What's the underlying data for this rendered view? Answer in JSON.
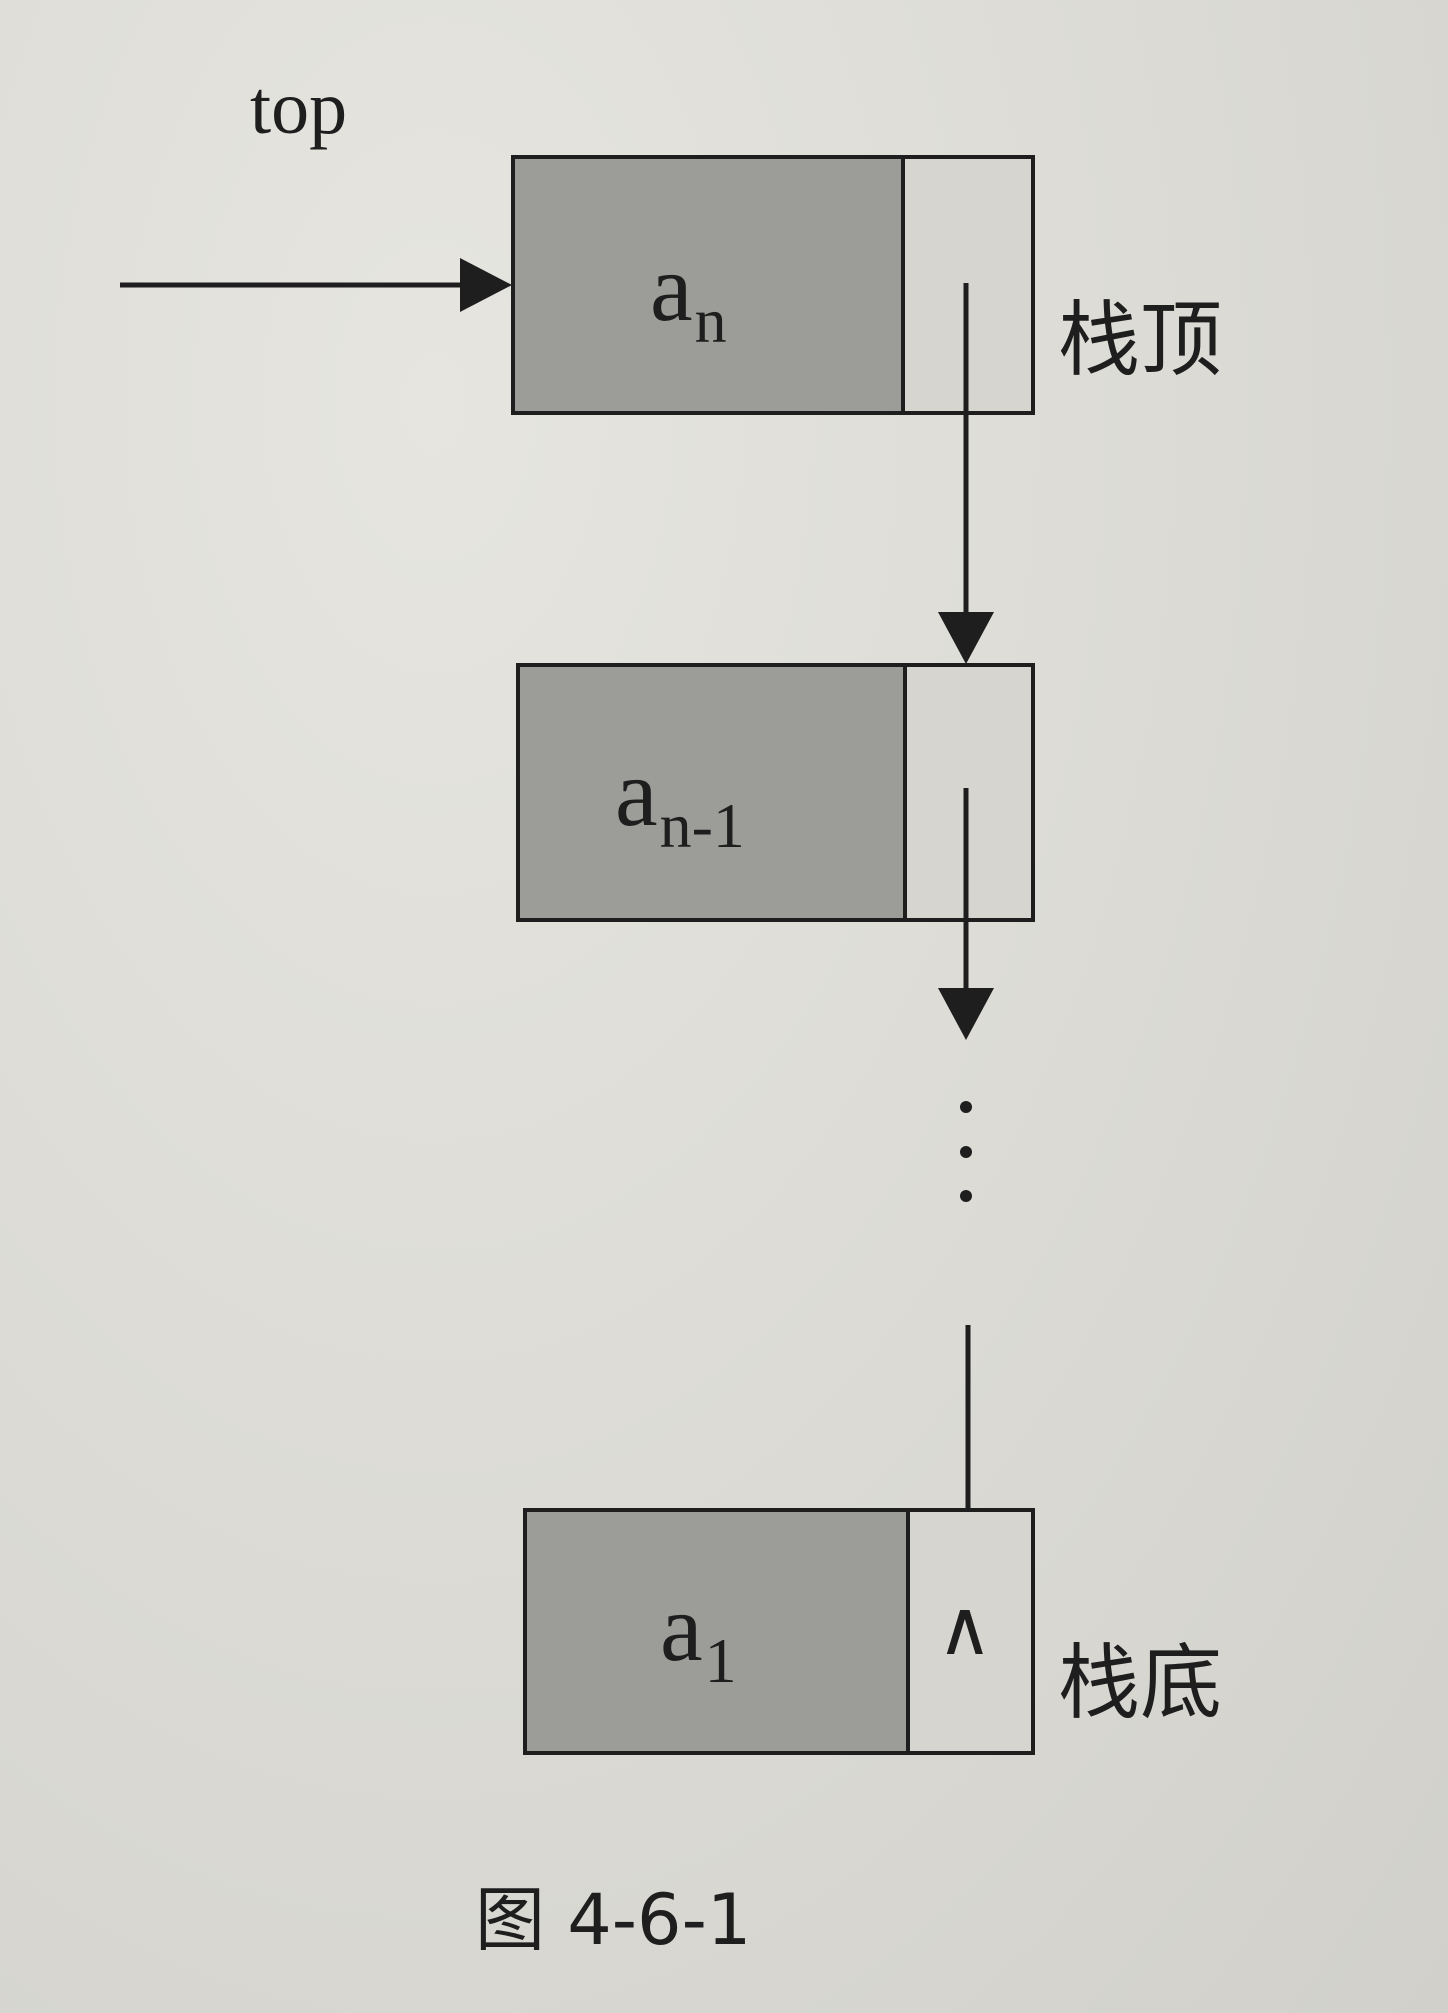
{
  "pointer_label": "top",
  "nodes": [
    {
      "base": "a",
      "sub": "n",
      "side_label": "栈顶"
    },
    {
      "base": "a",
      "sub": "n-1",
      "side_label": ""
    },
    {
      "base": "a",
      "sub": "1",
      "side_label": "栈底"
    }
  ],
  "null_pointer_symbol": "∧",
  "caption": "图 4-6-1"
}
